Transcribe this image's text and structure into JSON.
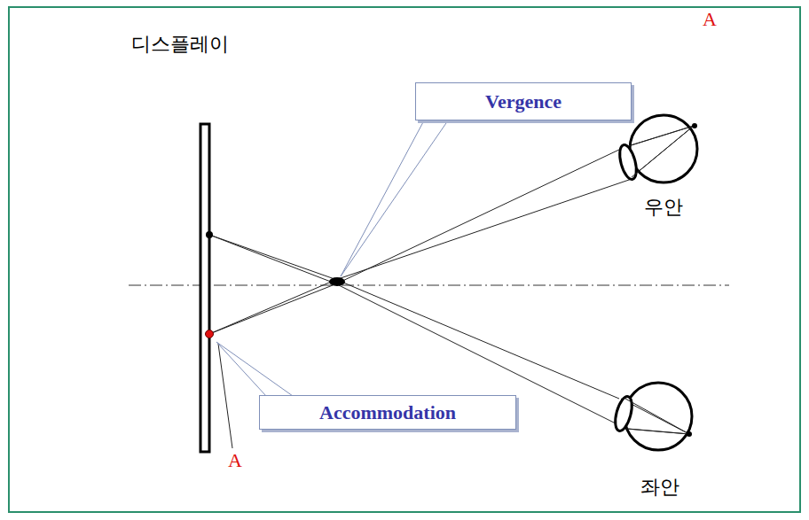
{
  "diagram": {
    "nodes": [
      {
        "text": [
          "Vergence"
        ]
      },
      {
        "text": [
          "Accommodation"
        ]
      }
    ],
    "labels": [
      "디스플레이",
      "A",
      "우안",
      "A",
      "좌안"
    ]
  }
}
